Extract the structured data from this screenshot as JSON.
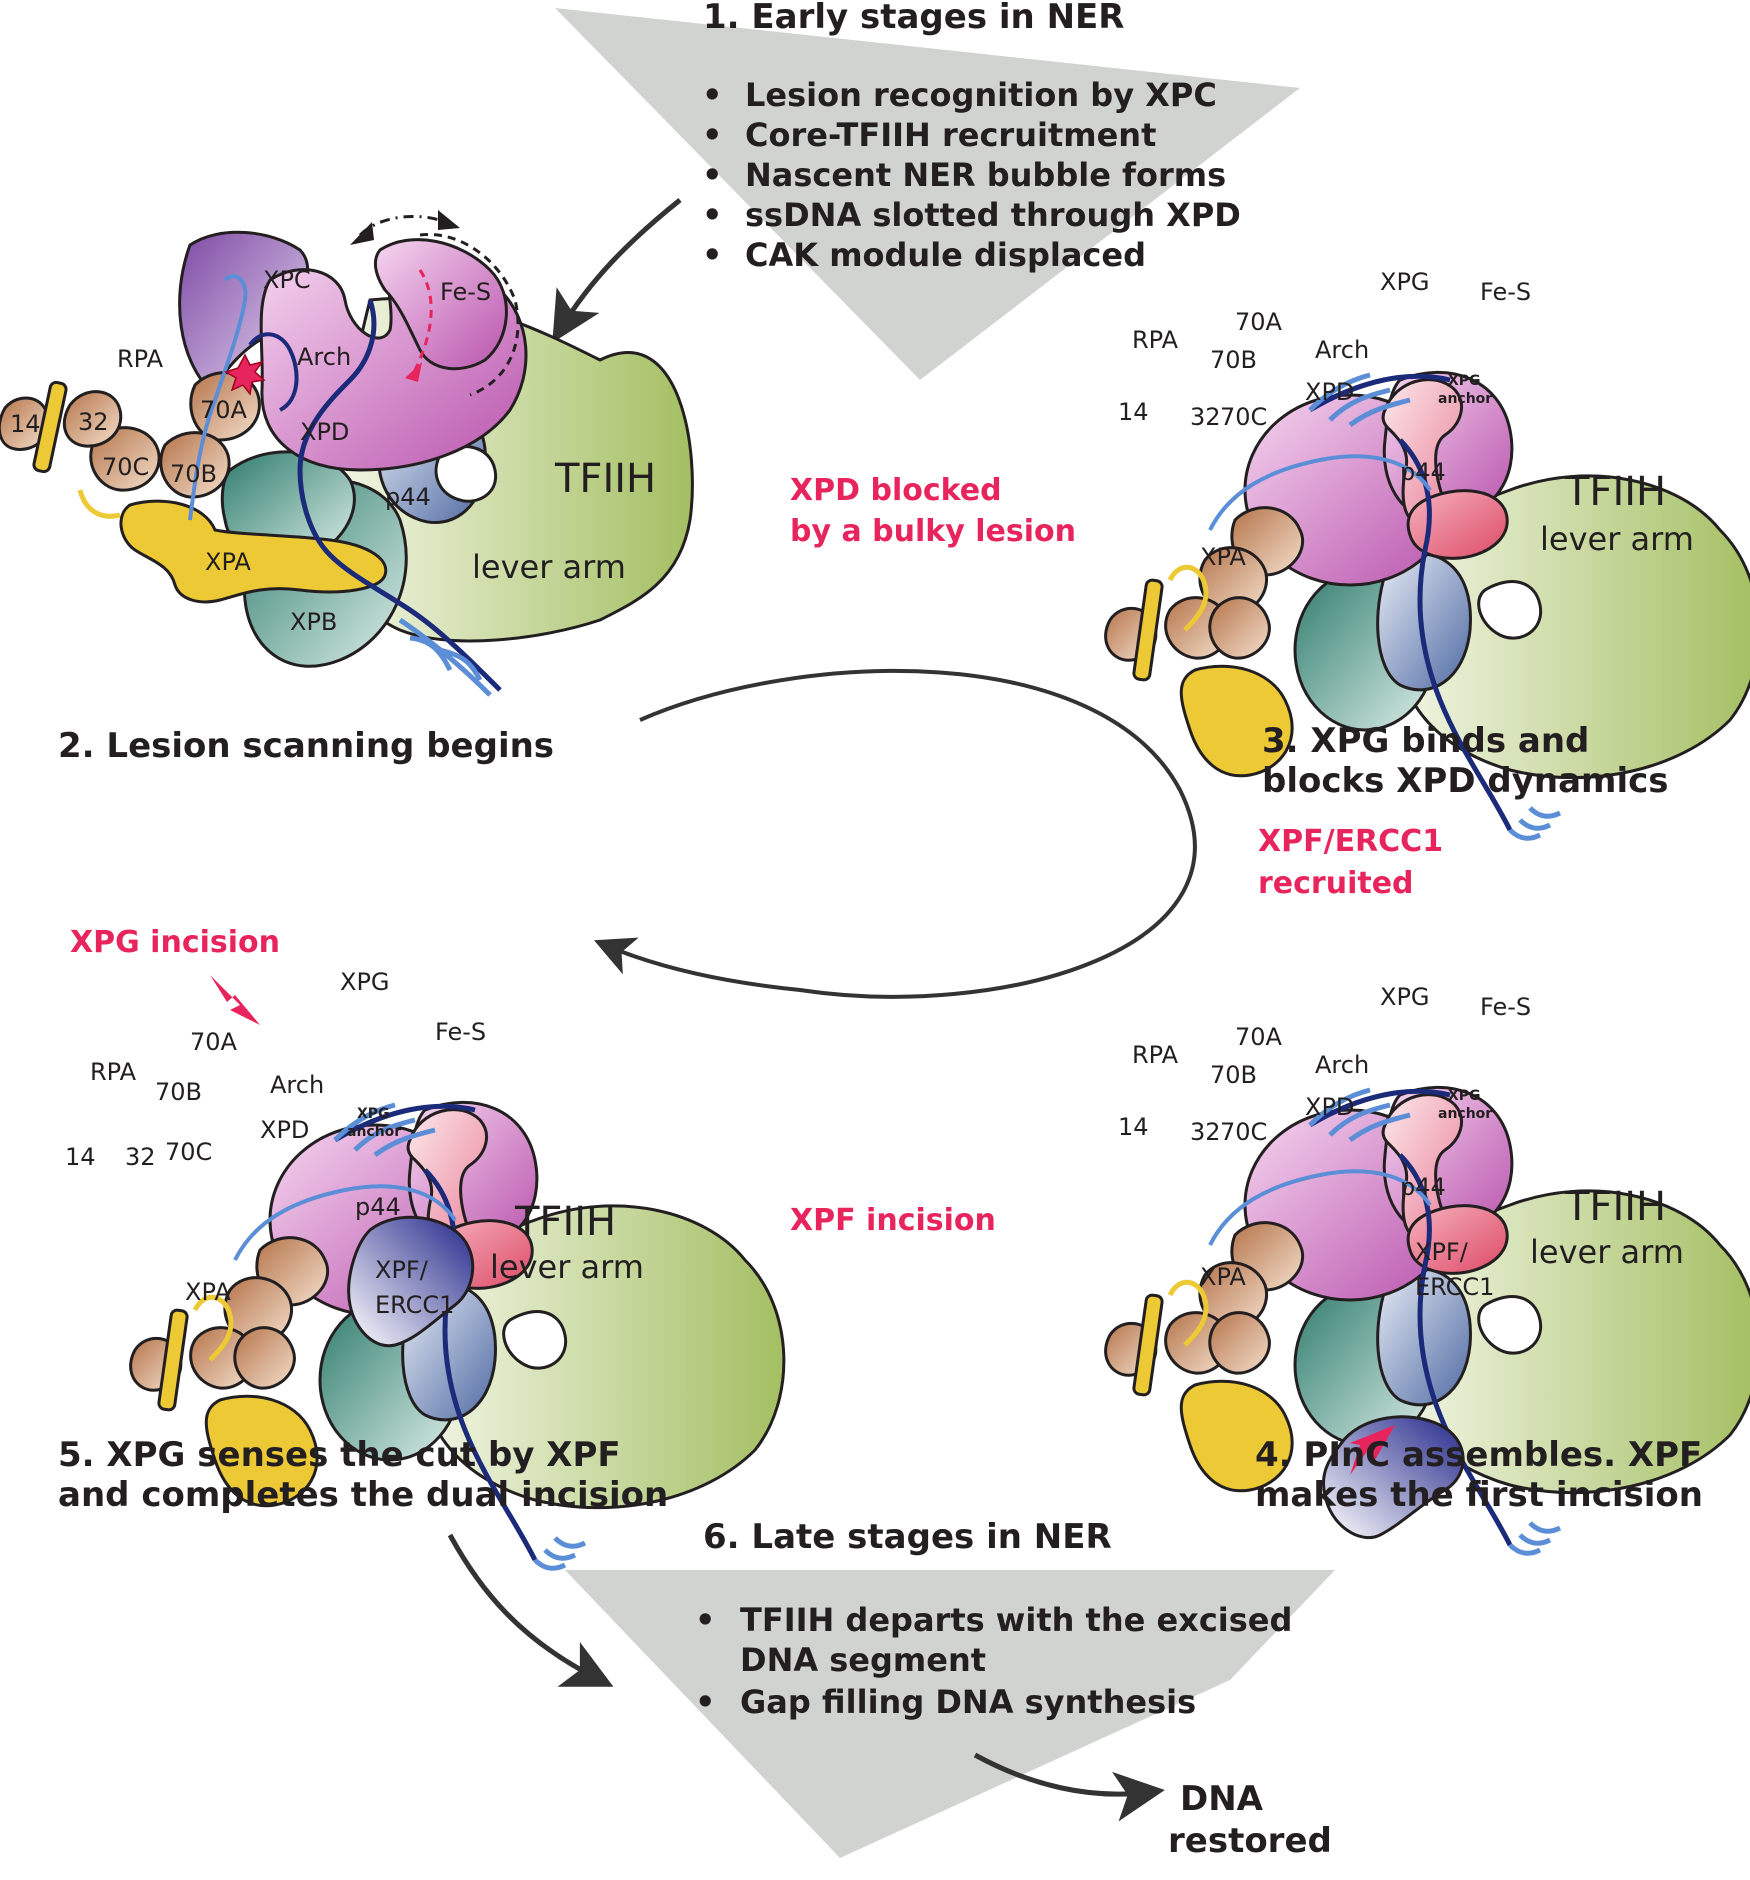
{
  "top_box": {
    "title": "1. Early stages in NER",
    "bullets": [
      "Lesion recognition by XPC",
      "Core-TFIIH recruitment",
      "Nascent NER bubble forms",
      "ssDNA slotted through XPD",
      "CAK module displaced"
    ]
  },
  "bottom_box": {
    "title": "6. Late stages in NER",
    "bullets": [
      "TFIIH departs with the excised",
      "DNA segment",
      "Gap filling DNA synthesis"
    ]
  },
  "stages": {
    "s2": "2. Lesion scanning begins",
    "s3_l1": "3. XPG binds and",
    "s3_l2": "blocks XPD dynamics",
    "s4_l1": "4. PInC assembles. XPF",
    "s4_l2": "makes the first incision",
    "s5_l1": "5. XPG senses the cut by XPF",
    "s5_l2": "and completes the dual incision"
  },
  "notes": {
    "xpd_blocked_l1": "XPD blocked",
    "xpd_blocked_l2": "by a bulky lesion",
    "xpf_recruited_l1": "XPF/ERCC1",
    "xpf_recruited_l2": "recruited",
    "xpg_incision": "XPG incision",
    "xpf_incision": "XPF incision"
  },
  "end": {
    "l1": "DNA",
    "l2": "restored"
  },
  "labels": {
    "xpc": "XPC",
    "arch": "Arch",
    "xpd": "XPD",
    "fes": "Fe-S",
    "rpa": "RPA",
    "r14": "14",
    "r32": "32",
    "r70a": "70A",
    "r70b": "70B",
    "r70c": "70C",
    "p44": "p44",
    "xpa": "XPA",
    "xpb": "XPB",
    "tfiih": "TFIIH",
    "lever": "lever arm",
    "xpg": "XPG",
    "xpg_anchor_l1": "XPG",
    "xpg_anchor_l2": "anchor",
    "xpf_l1": "XPF/",
    "xpf_l2": "ERCC1"
  },
  "colors": {
    "gray_box": "#d1d3d0",
    "tfiih_green": "#a9c46a",
    "xpd_pink": "#c364b9",
    "xpc_purple": "#8a5bb0",
    "rpa_tan": "#c9956a",
    "xpa_yellow": "#ecc935",
    "teal": "#4e9a8c",
    "p44_blue": "#6b83b3",
    "xpg_pink": "#f2a3b4",
    "xpf_navy": "#2c2e8f",
    "dna_dark": "#1c2a7a",
    "dna_light": "#5b8ed6",
    "accent_red": "#e8245c",
    "arrow": "#333333"
  }
}
